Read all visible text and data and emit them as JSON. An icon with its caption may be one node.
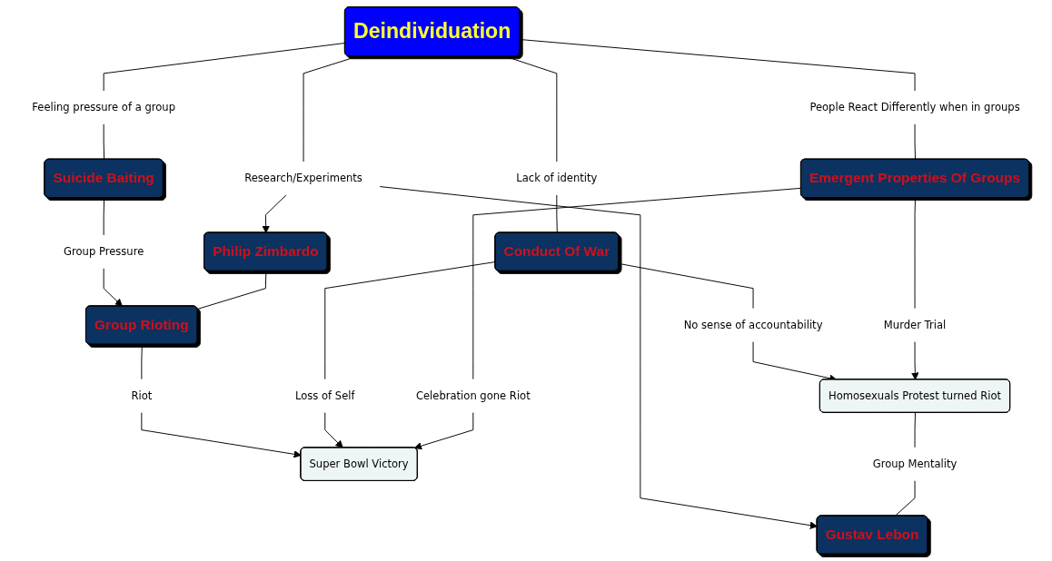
{
  "diagram": {
    "nodes": [
      {
        "text": [
          "Deindividuation"
        ]
      },
      {
        "text": [
          "Super Bowl Victory"
        ]
      },
      {
        "text": [
          "People React Differently when in groups"
        ]
      },
      {
        "text": [
          "Celebration gone Riot"
        ]
      },
      {
        "text": [
          "Homosexuals Protest turned Riot"
        ]
      },
      {
        "text": [
          "Emergent Properties Of Groups"
        ]
      },
      {
        "text": [
          "Group Mentality"
        ]
      },
      {
        "text": [
          "Murder Trial"
        ]
      },
      {
        "text": [
          "Research/Experiments"
        ]
      },
      {
        "text": [
          "Gustav Lebon"
        ]
      },
      {
        "text": [
          "Philip Zimbardo"
        ]
      },
      {
        "text": [
          "Loss of Self"
        ]
      },
      {
        "text": [
          "Lack of identity"
        ]
      },
      {
        "text": [
          "Riot"
        ]
      },
      {
        "text": [
          "Conduct Of War"
        ]
      },
      {
        "text": [
          "No sense of accountability"
        ]
      },
      {
        "text": [
          "Group Rioting"
        ]
      },
      {
        "text": [
          "Feeling pressure of a group"
        ]
      },
      {
        "text": [
          "Group Pressure"
        ]
      },
      {
        "text": [
          "Suicide Baiting"
        ]
      }
    ],
    "edges": [
      {
        "from": 0,
        "to": 2,
        "arrow": "none"
      },
      {
        "from": 2,
        "to": 5,
        "arrow": "none"
      },
      {
        "from": 5,
        "to": 3,
        "arrow": "none"
      },
      {
        "from": 3,
        "to": 1,
        "arrow": "to"
      },
      {
        "from": 5,
        "to": 7,
        "arrow": "none"
      },
      {
        "from": 7,
        "to": 4,
        "arrow": "to"
      },
      {
        "from": 4,
        "to": 6,
        "arrow": "none"
      },
      {
        "from": 6,
        "to": 9,
        "arrow": "none"
      },
      {
        "from": 0,
        "to": 8,
        "arrow": "none"
      },
      {
        "from": 8,
        "to": 9,
        "arrow": "to"
      },
      {
        "from": 8,
        "to": 10,
        "arrow": "to"
      },
      {
        "from": 14,
        "to": 11,
        "arrow": "none"
      },
      {
        "from": 11,
        "to": 1,
        "arrow": "to"
      },
      {
        "from": 0,
        "to": 12,
        "arrow": "none"
      },
      {
        "from": 12,
        "to": 14,
        "arrow": "none"
      },
      {
        "from": 16,
        "to": 13,
        "arrow": "none"
      },
      {
        "from": 13,
        "to": 1,
        "arrow": "to"
      },
      {
        "from": 14,
        "to": 15,
        "arrow": "none"
      },
      {
        "from": 15,
        "to": 4,
        "arrow": "to"
      },
      {
        "from": 10,
        "to": 16,
        "arrow": "none"
      },
      {
        "from": 0,
        "to": 17,
        "arrow": "none"
      },
      {
        "from": 17,
        "to": 19,
        "arrow": "none"
      },
      {
        "from": 19,
        "to": 18,
        "arrow": "none"
      },
      {
        "from": 18,
        "to": 16,
        "arrow": "to"
      }
    ]
  }
}
